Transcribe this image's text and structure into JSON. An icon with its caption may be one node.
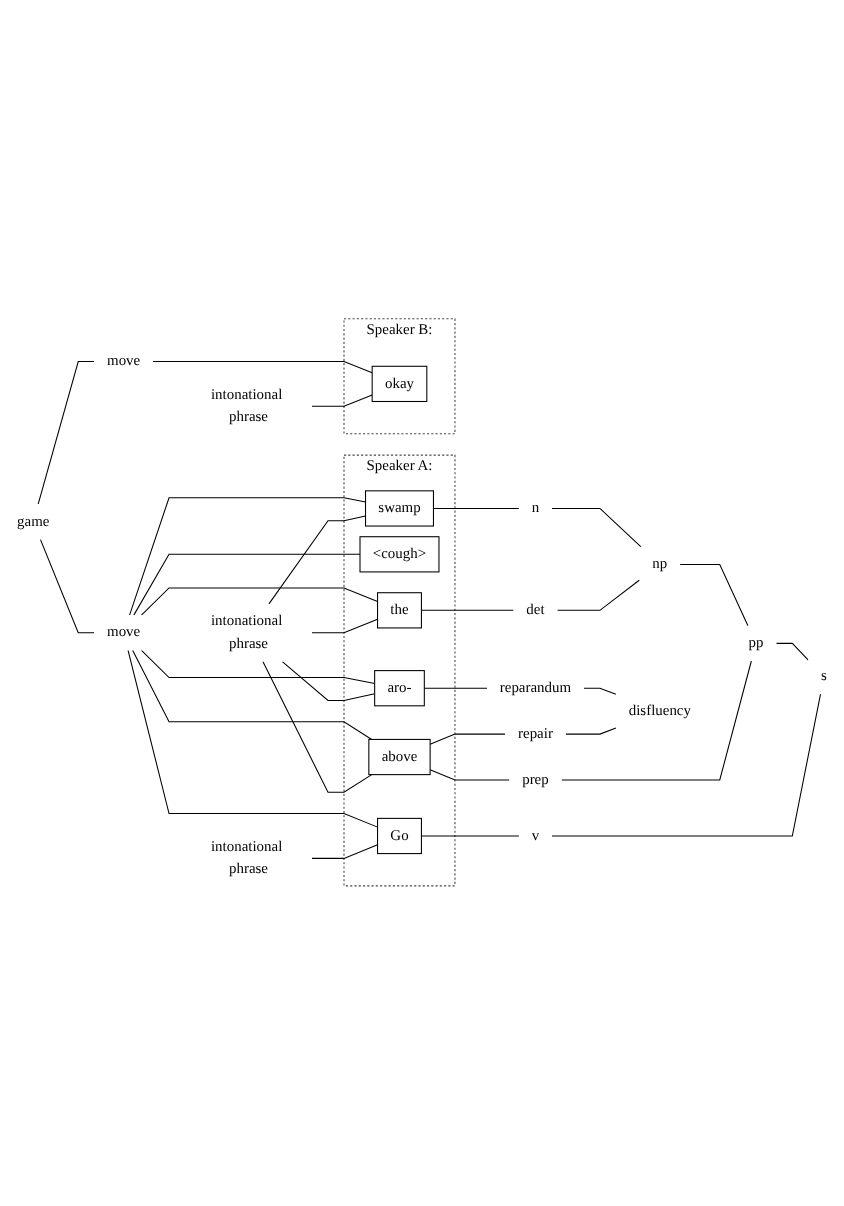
{
  "diagram": {
    "nodes": [
      {
        "text": [
          "game"
        ]
      },
      {
        "text": [
          "move"
        ]
      },
      {
        "text": [
          "move"
        ]
      },
      {
        "text": [
          "intonational phrase"
        ]
      },
      {
        "text": [
          "intonational phrase"
        ]
      },
      {
        "text": [
          "intonational phrase"
        ]
      },
      {
        "text": [
          "Speaker A:"
        ]
      },
      {
        "text": [
          "Go"
        ],
        "in": 6
      },
      {
        "text": [
          "<cough>"
        ],
        "in": 6
      },
      {
        "text": [
          "aro-"
        ],
        "in": 6
      },
      {
        "text": [
          "above"
        ],
        "in": 6
      },
      {
        "text": [
          "the"
        ],
        "in": 6
      },
      {
        "text": [
          "swamp"
        ],
        "in": 6
      },
      {
        "text": [
          "Speaker B:"
        ]
      },
      {
        "text": [
          "okay"
        ],
        "in": 13
      },
      {
        "text": [
          "v"
        ]
      },
      {
        "text": [
          "prep"
        ]
      },
      {
        "text": [
          "det"
        ]
      },
      {
        "text": [
          "n"
        ]
      },
      {
        "text": [
          "np"
        ]
      },
      {
        "text": [
          "pp"
        ]
      },
      {
        "text": [
          "s"
        ]
      },
      {
        "text": [
          "reparandum"
        ]
      },
      {
        "text": [
          "repair"
        ]
      },
      {
        "text": [
          "disfluency"
        ]
      }
    ],
    "edges": [
      {
        "from": 0,
        "to": 1,
        "arrow": "none"
      },
      {
        "from": 0,
        "to": 2,
        "arrow": "none"
      },
      {
        "from": 1,
        "to": 7,
        "arrow": "none"
      },
      {
        "from": 1,
        "to": 8,
        "arrow": "none"
      },
      {
        "from": 1,
        "to": 9,
        "arrow": "none"
      },
      {
        "from": 1,
        "to": 10,
        "arrow": "none"
      },
      {
        "from": 1,
        "to": 11,
        "arrow": "none"
      },
      {
        "from": 1,
        "to": 12,
        "arrow": "none"
      },
      {
        "from": 2,
        "to": 14,
        "arrow": "none"
      },
      {
        "from": 3,
        "to": 7,
        "arrow": "none"
      },
      {
        "from": 4,
        "to": 9,
        "arrow": "none"
      },
      {
        "from": 4,
        "to": 10,
        "arrow": "none"
      },
      {
        "from": 4,
        "to": 11,
        "arrow": "none"
      },
      {
        "from": 4,
        "to": 12,
        "arrow": "none"
      },
      {
        "from": 5,
        "to": 14,
        "arrow": "none"
      },
      {
        "from": 7,
        "to": 15,
        "arrow": "none"
      },
      {
        "from": 10,
        "to": 16,
        "arrow": "none"
      },
      {
        "from": 11,
        "to": 17,
        "arrow": "none"
      },
      {
        "from": 12,
        "to": 18,
        "arrow": "none"
      },
      {
        "from": 18,
        "to": 19,
        "arrow": "none"
      },
      {
        "from": 17,
        "to": 19,
        "arrow": "none"
      },
      {
        "from": 19,
        "to": 20,
        "arrow": "none"
      },
      {
        "from": 16,
        "to": 20,
        "arrow": "none"
      },
      {
        "from": 20,
        "to": 21,
        "arrow": "none"
      },
      {
        "from": 15,
        "to": 21,
        "arrow": "none"
      },
      {
        "from": 9,
        "to": 22,
        "arrow": "none"
      },
      {
        "from": 10,
        "to": 23,
        "arrow": "none"
      },
      {
        "from": 22,
        "to": 24,
        "arrow": "none"
      },
      {
        "from": 23,
        "to": 24,
        "arrow": "none"
      }
    ]
  }
}
